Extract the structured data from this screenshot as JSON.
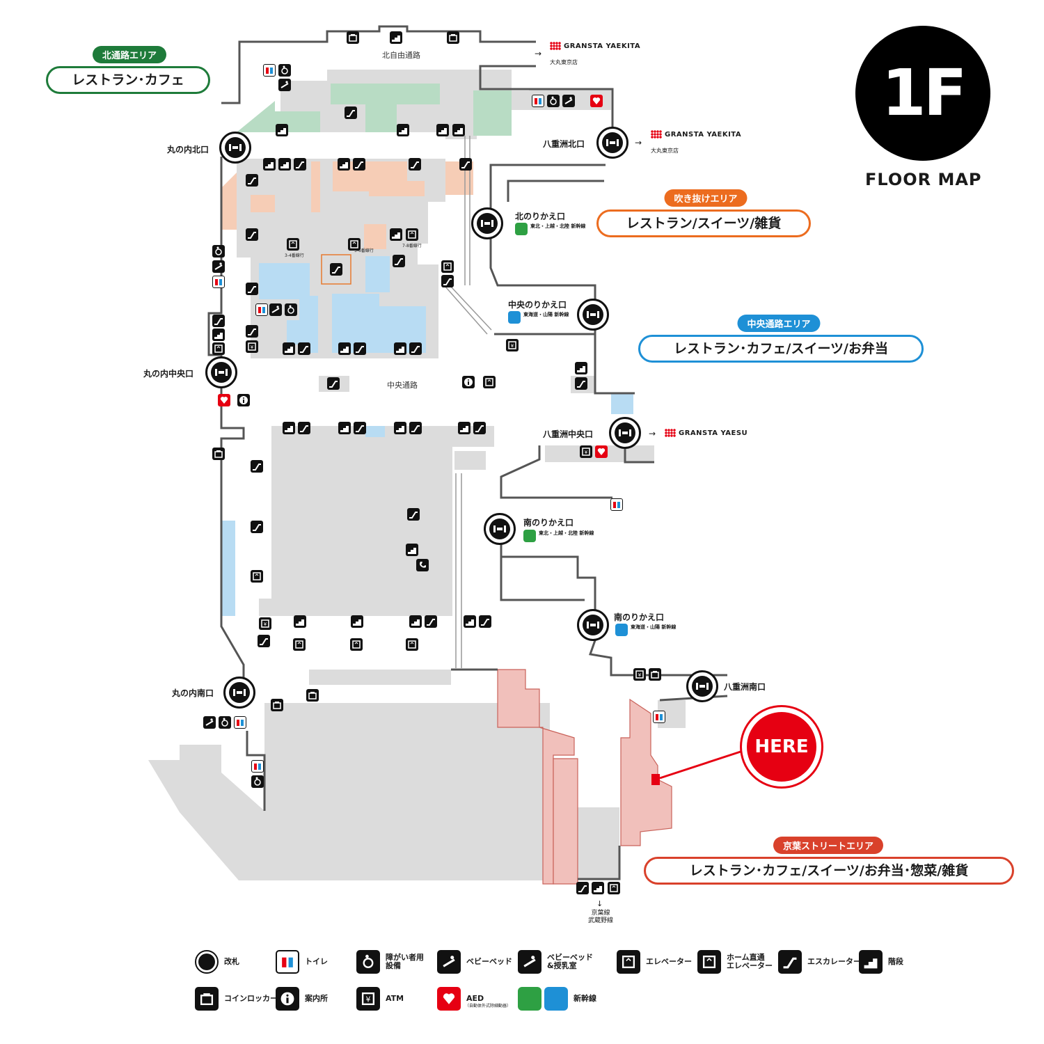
{
  "floor": {
    "number": "1F",
    "caption": "FLOOR MAP"
  },
  "areas": {
    "north": {
      "tag": "北通路エリア",
      "desc": "レストラン･カフェ",
      "color": "#1e7b3a"
    },
    "fukinuke": {
      "tag": "吹き抜けエリア",
      "desc": "レストラン/スイーツ/雑貨",
      "color": "#ec6c1f"
    },
    "central": {
      "tag": "中央通路エリア",
      "desc": "レストラン･カフェ/スイーツ/お弁当",
      "color": "#1e90d6"
    },
    "keiyo": {
      "tag": "京葉ストリートエリア",
      "desc": "レストラン･カフェ/スイーツ/お弁当･惣菜/雑貨",
      "color": "#d9412b"
    }
  },
  "gates": {
    "marunouchi_north": "丸の内北口",
    "marunouchi_central": "丸の内中央口",
    "marunouchi_south": "丸の内南口",
    "yaesu_north": "八重洲北口",
    "yaesu_central": "八重洲中央口",
    "yaesu_south": "八重洲南口",
    "north_transfer": "北のりかえ口",
    "central_transfer": "中央のりかえ口",
    "south_transfer_1": "南のりかえ口",
    "south_transfer_2": "南のりかえ口"
  },
  "shinkansen": {
    "tohoku": "東北・上越・北陸\n新幹線",
    "tokaido": "東海道・山陽\n新幹線"
  },
  "passages": {
    "north_free": "北自由通路",
    "central": "中央通路"
  },
  "elevator_labels": {
    "e34": "3-4番線行",
    "e56": "5-6番線行",
    "e78": "7-8番線行"
  },
  "keiyo_line": "京葉線\n武蔵野線",
  "brands": {
    "granstayaekita": "GRANSTA YAEKITA",
    "granstayaesu": "GRANSTA YAESU",
    "daimaru": "大丸東京店"
  },
  "here": "HERE",
  "legend": [
    {
      "icon": "gate-icon",
      "label": "改札"
    },
    {
      "icon": "toilet-icon",
      "label": "トイレ"
    },
    {
      "icon": "accessible-icon",
      "label": "障がい者用\n設備"
    },
    {
      "icon": "baby-bed-icon",
      "label": "ベビーベッド"
    },
    {
      "icon": "nursing-room-icon",
      "label": "ベビーベッド\n&授乳室"
    },
    {
      "icon": "elevator-icon",
      "label": "エレベーター"
    },
    {
      "icon": "platform-elevator-icon",
      "label": "ホーム直通\nエレベーター"
    },
    {
      "icon": "escalator-icon",
      "label": "エスカレーター"
    },
    {
      "icon": "stairs-icon",
      "label": "階段"
    },
    {
      "icon": "locker-icon",
      "label": "コインロッカー"
    },
    {
      "icon": "info-icon",
      "label": "案内所"
    },
    {
      "icon": "atm-icon",
      "label": "ATM"
    },
    {
      "icon": "aed-icon",
      "label": "AED"
    },
    {
      "icon": "aed-sub-label",
      "label": "（自動体外式除細動器）"
    },
    {
      "icon": "shinkansen-icon",
      "label": "新幹線"
    }
  ],
  "colors": {
    "shop_pink": "#f6cdb6",
    "shop_blue": "#b8dcf3",
    "shop_green": "#b8dcc4",
    "shop_red": "#f1c0bb",
    "floor_grey": "#dcdcdc",
    "here_red": "#e60012"
  }
}
